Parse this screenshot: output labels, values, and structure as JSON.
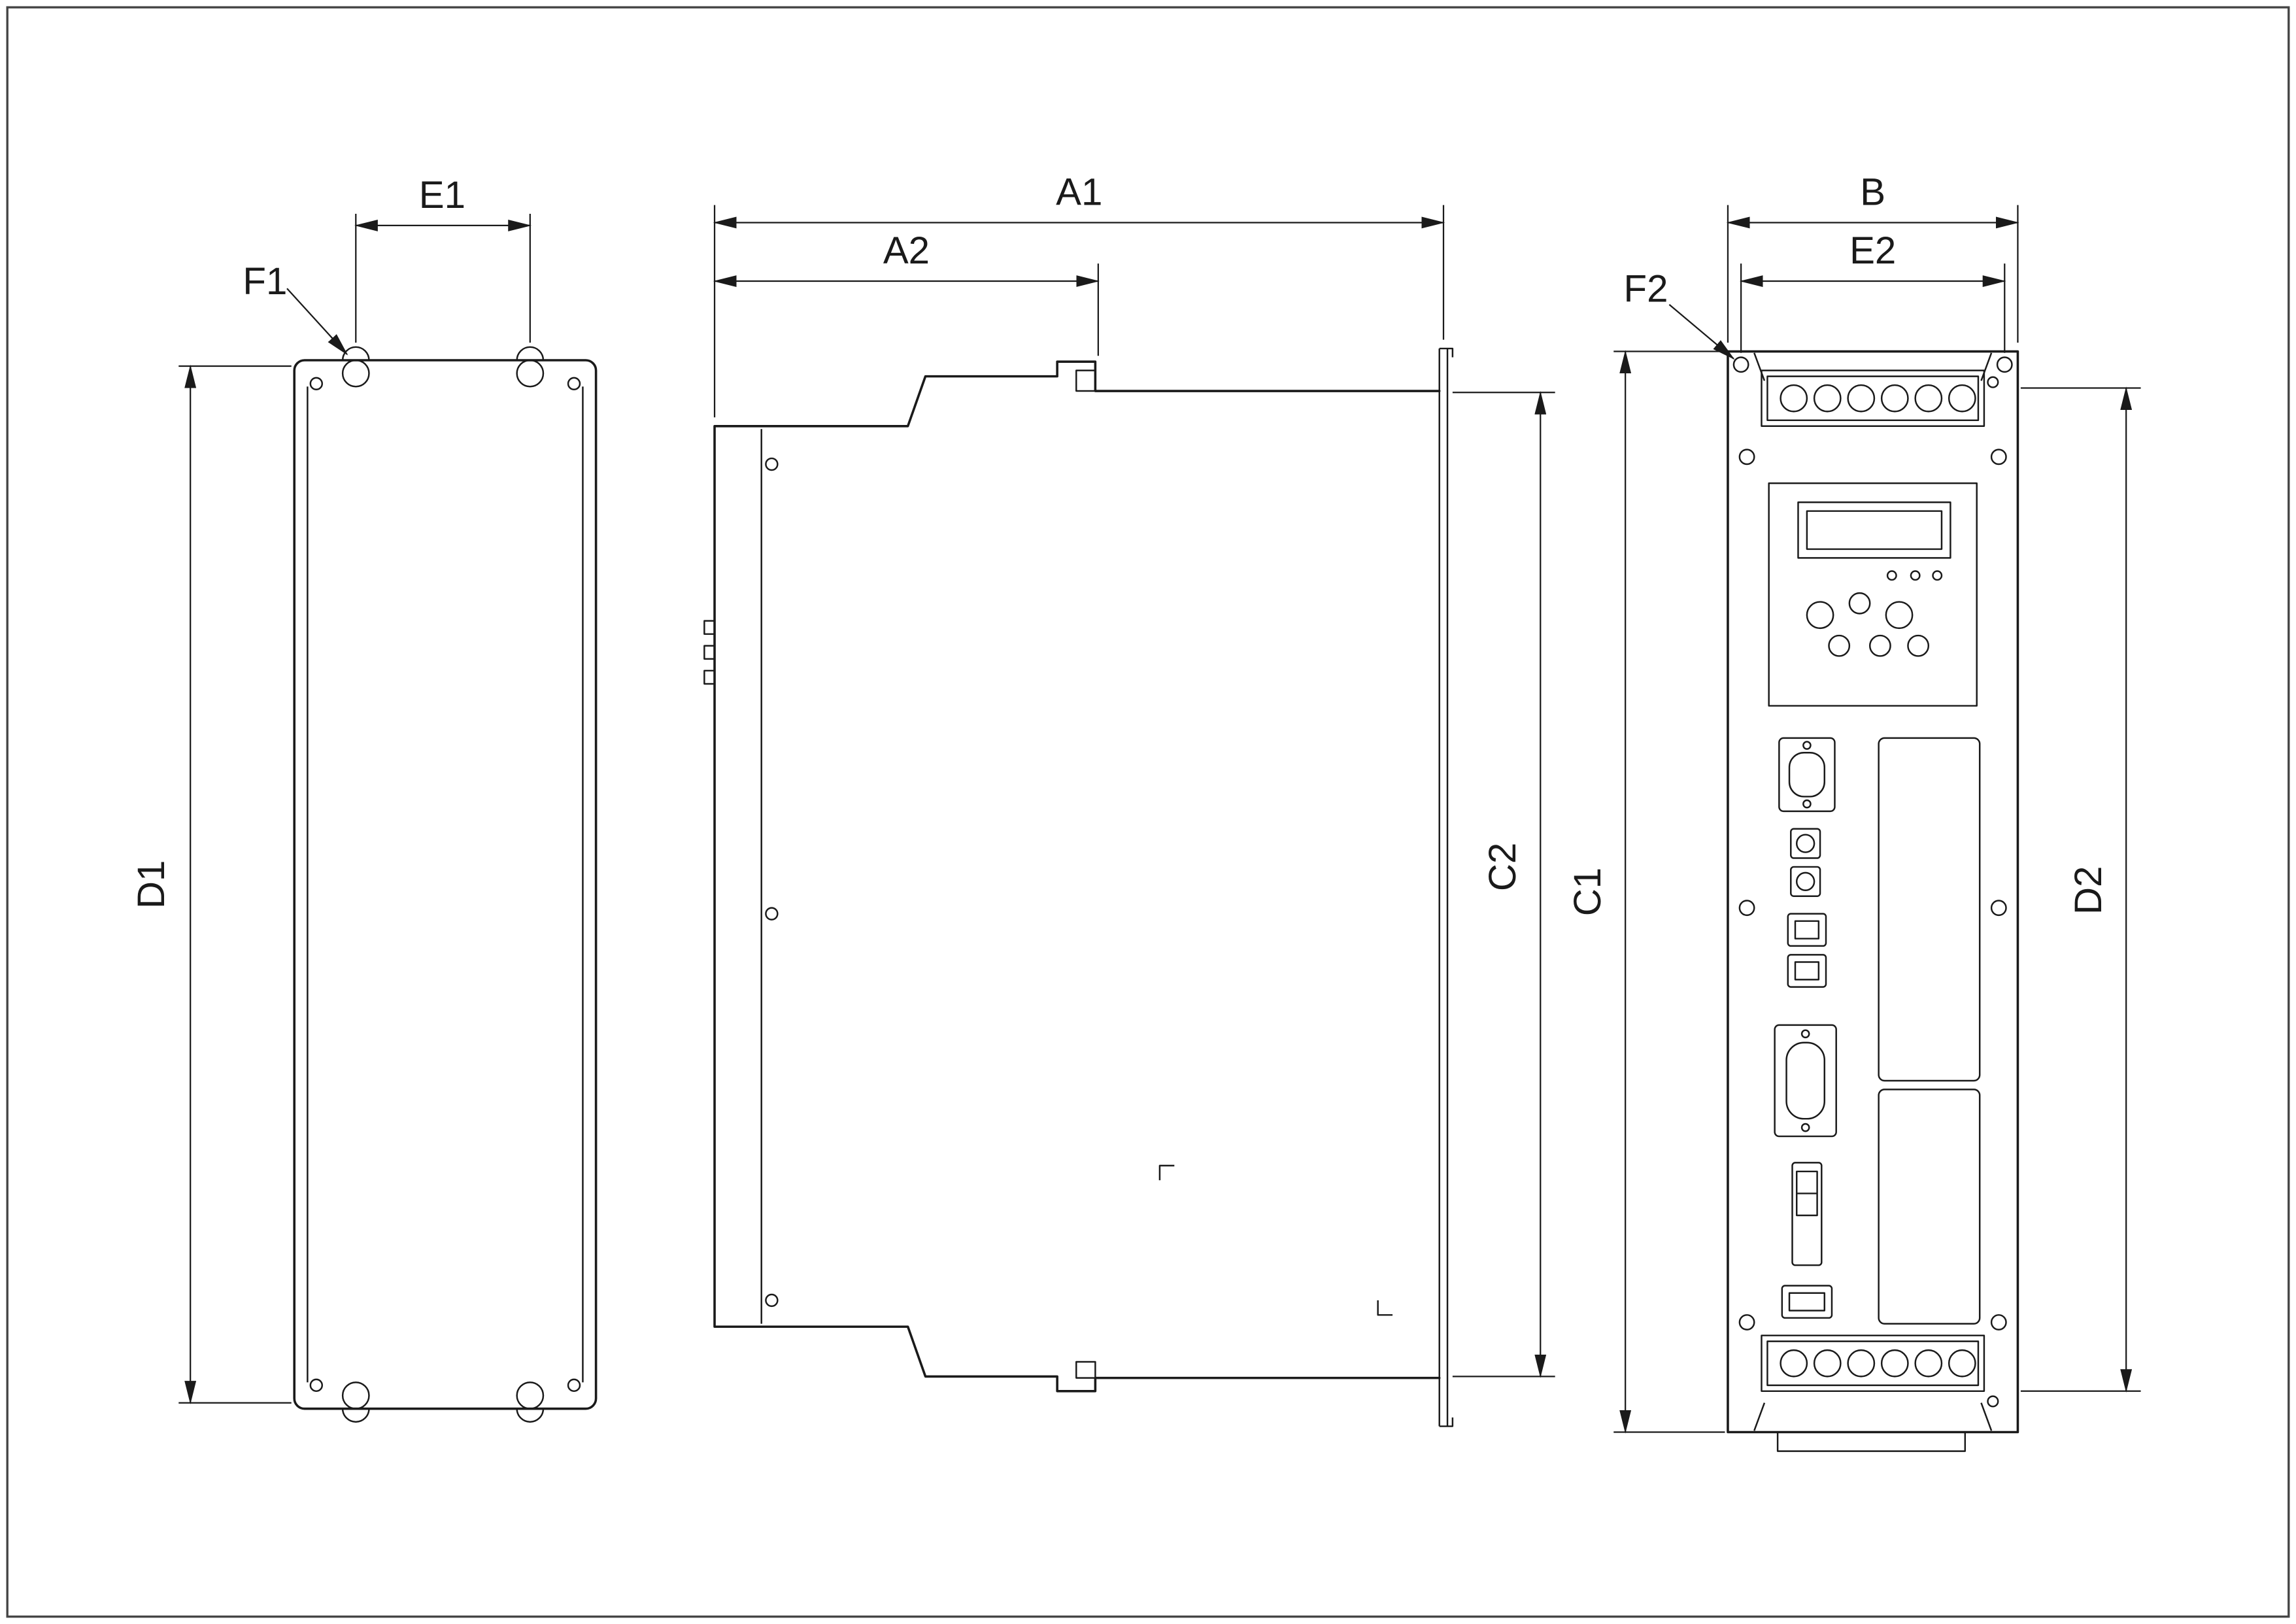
{
  "drawing": {
    "views": {
      "rear": {
        "dims": {
          "e1": "E1",
          "f1": "F1",
          "d1": "D1"
        }
      },
      "side": {
        "dims": {
          "a1": "A1",
          "a2": "A2",
          "c2": "C2"
        }
      },
      "front": {
        "dims": {
          "b": "B",
          "e2": "E2",
          "f2": "F2",
          "c1": "C1",
          "d2": "D2"
        }
      }
    }
  },
  "colors": {
    "line": "#1a1a1a",
    "background": "#ffffff"
  }
}
